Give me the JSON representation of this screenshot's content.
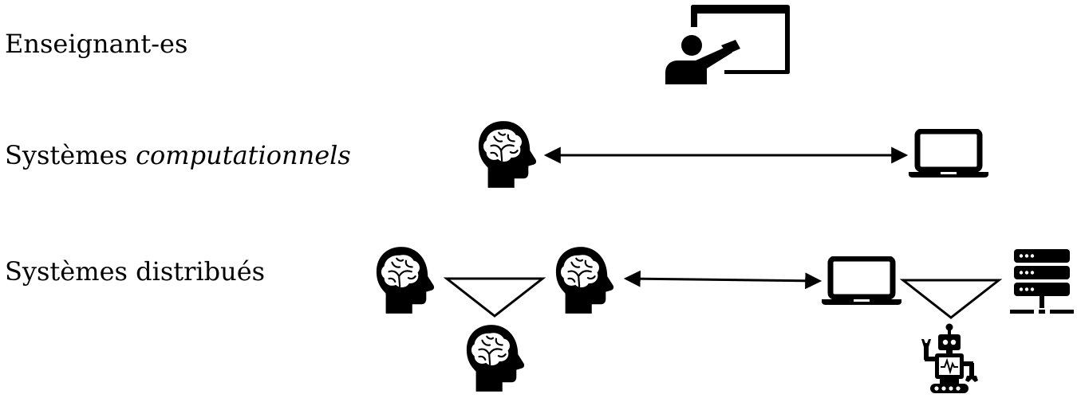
{
  "rows": {
    "teachers": {
      "label": "Enseignant-es"
    },
    "computational": {
      "label_prefix": "Systèmes ",
      "label_emph": "computationnels"
    },
    "distributed": {
      "label": "Systèmes distribués"
    }
  },
  "icons": {
    "teacher": "teacher-board-icon",
    "brain": "brain-head-icon",
    "laptop": "laptop-icon",
    "server": "server-icon",
    "robot": "robot-icon"
  },
  "colors": {
    "ink": "#000000",
    "background": "#ffffff"
  }
}
